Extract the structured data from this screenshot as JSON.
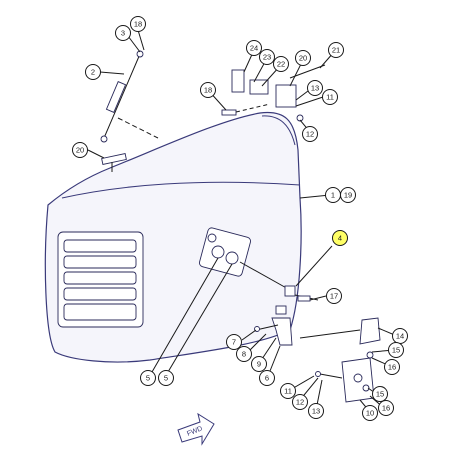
{
  "callouts": {
    "c18a": "18",
    "c3": "3",
    "c2": "2",
    "c20a": "20",
    "c24": "24",
    "c23": "23",
    "c22": "22",
    "c20b": "20",
    "c21": "21",
    "c18b": "18",
    "c13a": "13",
    "c11a": "11",
    "c12a": "12",
    "c1": "1",
    "c19": "19",
    "c4": "4",
    "c17": "17",
    "c5a": "5",
    "c5b": "5",
    "c7": "7",
    "c8": "8",
    "c9": "9",
    "c6": "6",
    "c14": "14",
    "c15a": "15",
    "c16a": "16",
    "c11b": "11",
    "c12b": "12",
    "c13b": "13",
    "c15b": "15",
    "c16b": "16",
    "c10": "10"
  },
  "highlight_color": "#ffff66",
  "fwd_label": "FWD"
}
